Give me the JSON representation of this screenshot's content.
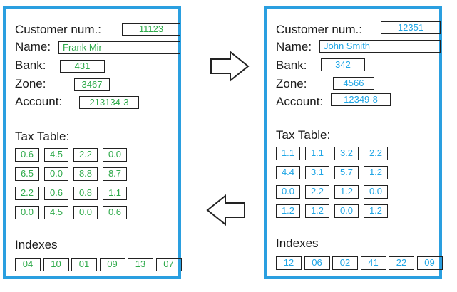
{
  "colors": {
    "left_value": "#2eaa4a",
    "right_value": "#1fa6e6",
    "border": "#2a9fe0"
  },
  "labels": {
    "customer": "Customer num.:",
    "name": "Name:",
    "bank": "Bank:",
    "zone": "Zone:",
    "account": "Account:",
    "tax_table": "Tax Table:",
    "indexes": "Indexes"
  },
  "left": {
    "customer": "11123",
    "name": "Frank Mir",
    "bank": "431",
    "zone": "3467",
    "account": "213134-3",
    "tax": [
      [
        "0.6",
        "4.5",
        "2.2",
        "0.0"
      ],
      [
        "6.5",
        "0.0",
        "8.8",
        "8.7"
      ],
      [
        "2.2",
        "0.6",
        "0.8",
        "1.1"
      ],
      [
        "0.0",
        "4.5",
        "0.0",
        "0.6"
      ]
    ],
    "indexes": [
      "04",
      "10",
      "01",
      "09",
      "13",
      "07"
    ]
  },
  "right": {
    "customer": "12351",
    "name": "John Smith",
    "bank": "342",
    "zone": "4566",
    "account": "12349-8",
    "tax": [
      [
        "1.1",
        "1.1",
        "3.2",
        "2.2"
      ],
      [
        "4.4",
        "3.1",
        "5.7",
        "1.2"
      ],
      [
        "0.0",
        "2.2",
        "1.2",
        "0.0"
      ],
      [
        "1.2",
        "1.2",
        "0.0",
        "1.2"
      ]
    ],
    "indexes": [
      "12",
      "06",
      "02",
      "41",
      "22",
      "09"
    ]
  },
  "arrows": {
    "top": "right-arrow-icon",
    "bottom": "left-arrow-icon"
  }
}
